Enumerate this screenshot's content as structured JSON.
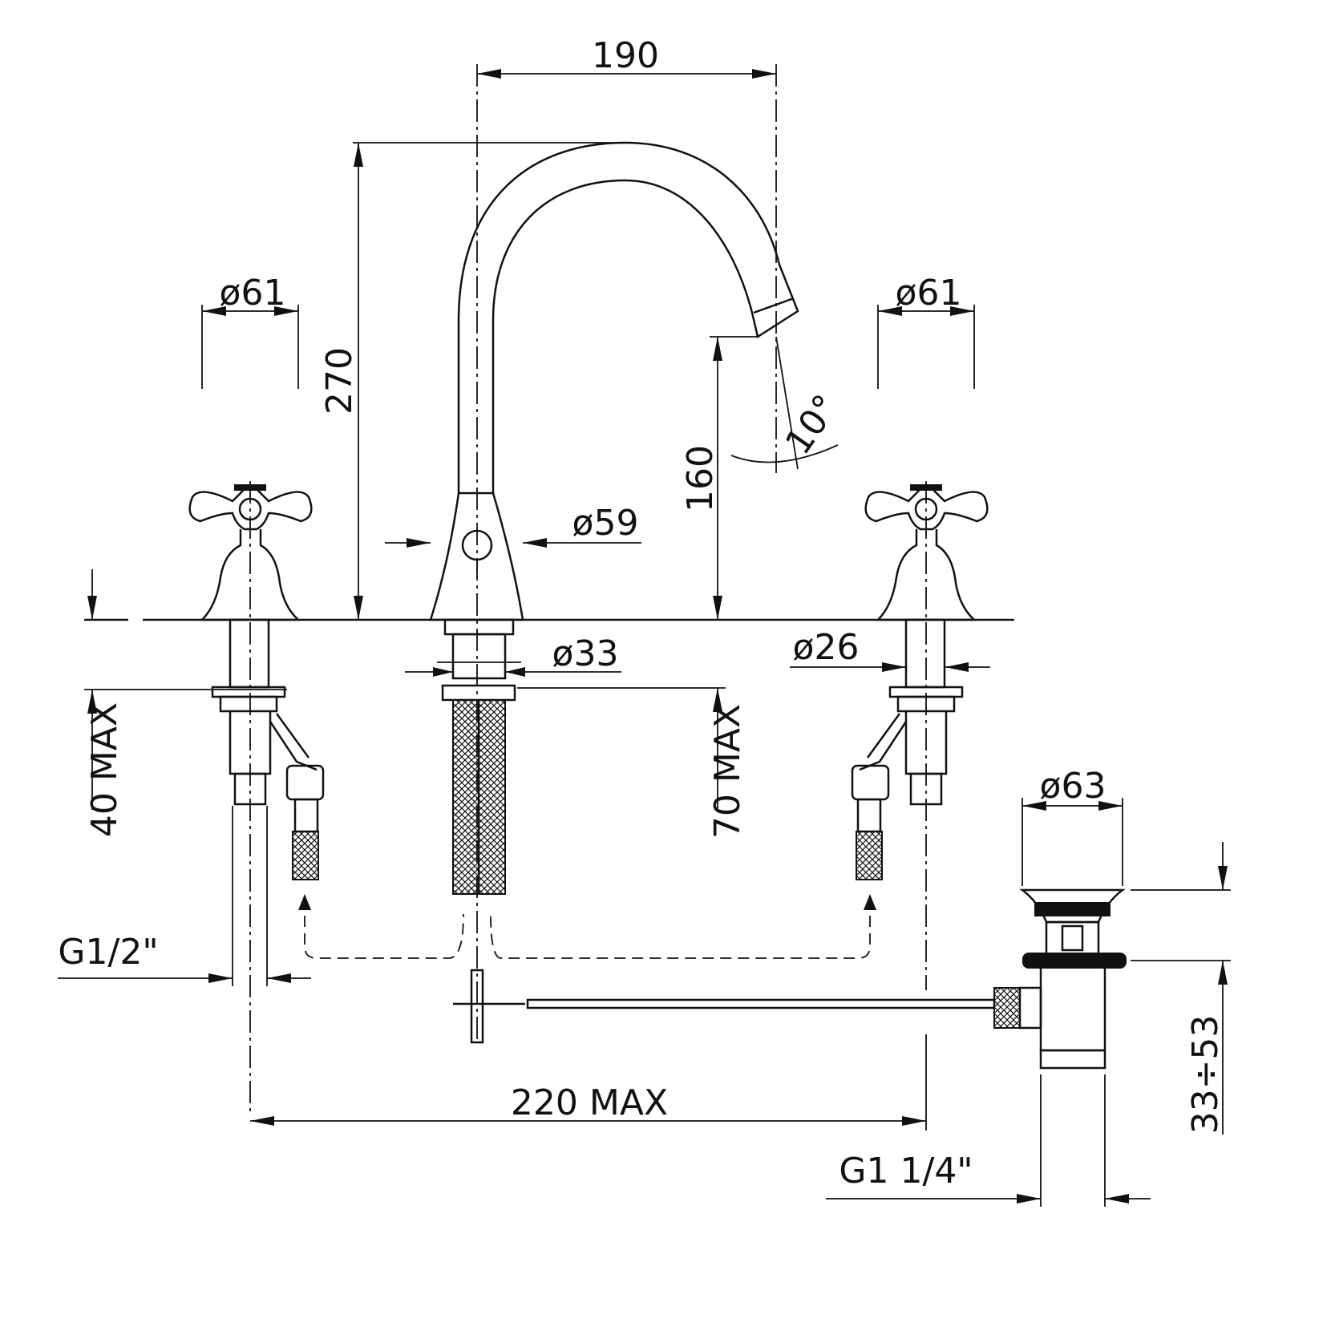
{
  "labels": {
    "spout_reach": "190",
    "overall_height": "270",
    "handle_left_diameter": "ø61",
    "handle_right_diameter": "ø61",
    "spout_angle": "10°",
    "spout_outlet_height": "160",
    "spout_base_diameter": "ø59",
    "spout_shank_diameter": "ø33",
    "valve_shank_diameter": "ø26",
    "deck_thickness_left": "40 MAX",
    "deck_thickness_center": "70 MAX",
    "waste_diameter": "ø63",
    "inlet_thread": "G1/2\"",
    "valve_spread": "220 MAX",
    "waste_adjust": "33÷53",
    "waste_thread": "G1 1/4\""
  }
}
